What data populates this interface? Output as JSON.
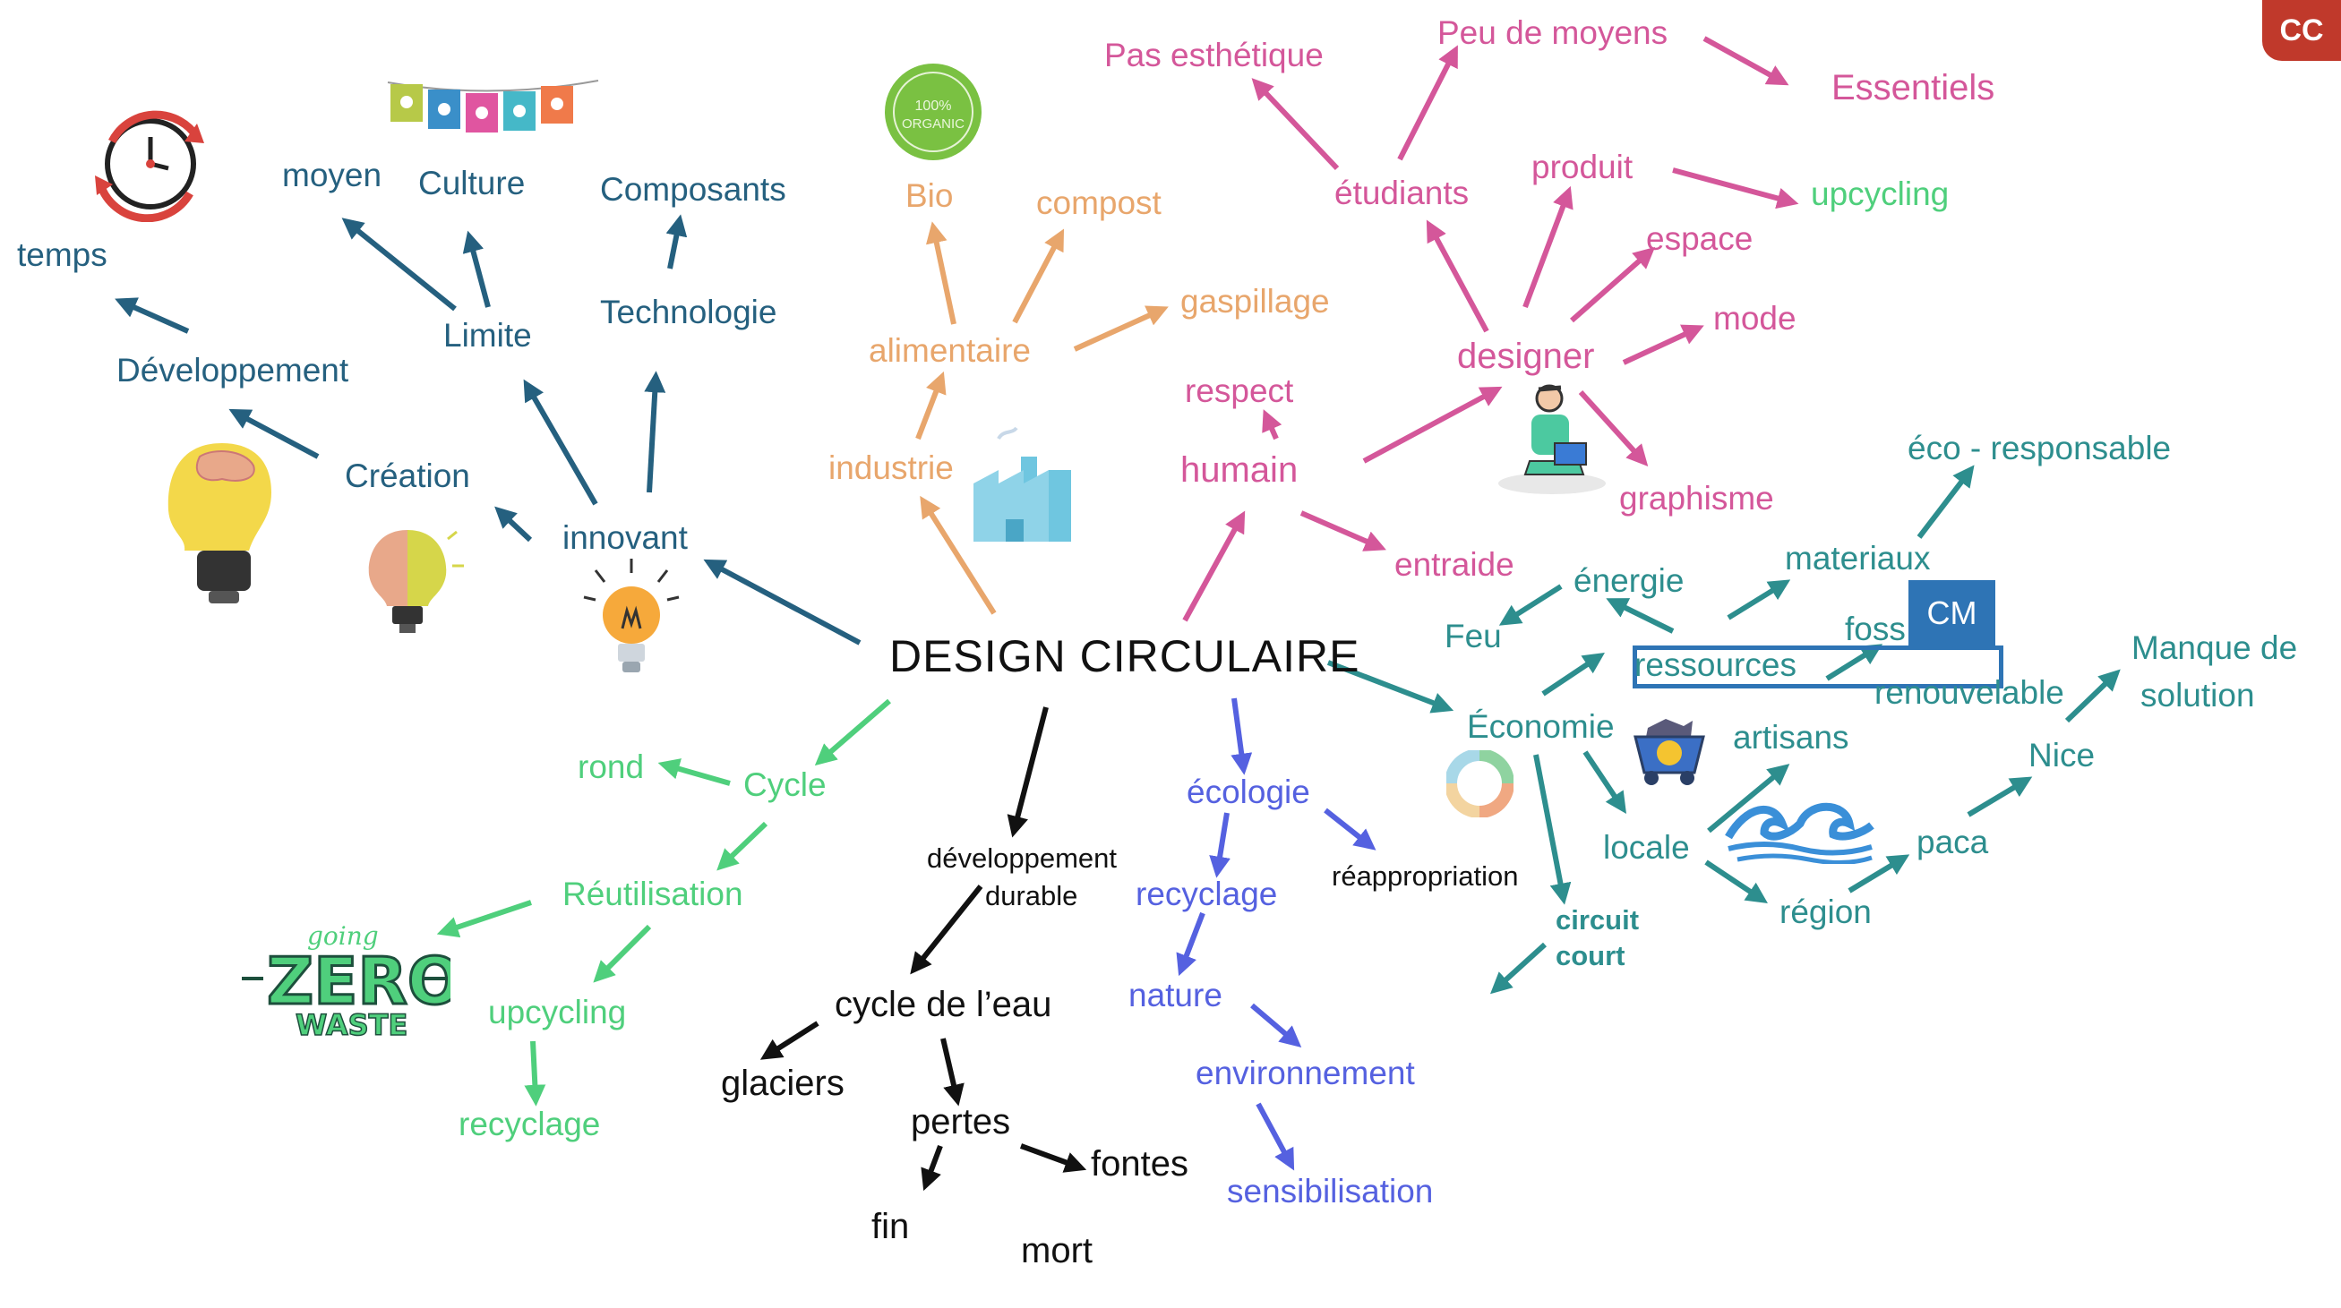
{
  "badges": {
    "top_right": "CC",
    "cursor": "CM"
  },
  "colors": {
    "blue": "#25607f",
    "orange": "#e8a66c",
    "pink": "#d4579a",
    "teal": "#2d8e8e",
    "green": "#4fcf7c",
    "violet": "#5561e0",
    "black": "#111111"
  },
  "center": "DESIGN CIRCULAIRE",
  "branches": {
    "innovation": {
      "root": "innovant",
      "items": {
        "creation": "Création",
        "developpement": "Développement",
        "temps": "temps",
        "limite": "Limite",
        "moyen": "moyen",
        "culture": "Culture",
        "technologie": "Technologie",
        "composants": "Composants"
      }
    },
    "industrie": {
      "root": "industrie",
      "items": {
        "alimentaire": "alimentaire",
        "bio": "Bio",
        "compost": "compost",
        "gaspillage": "gaspillage"
      }
    },
    "humain": {
      "root": "humain",
      "items": {
        "respect": "respect",
        "entraide": "entraide",
        "designer": "designer",
        "etudiants": "étudiants",
        "pas_esthetique": "Pas esthétique",
        "peu_de_moyens": "Peu de moyens",
        "essentiels": "Essentiels",
        "produit": "produit",
        "upcycling": "upcycling",
        "espace": "espace",
        "mode": "mode",
        "graphisme": "graphisme"
      }
    },
    "economie": {
      "root": "Économie",
      "items": {
        "feu": "Feu",
        "energie": "énergie",
        "ressources": "ressources",
        "fossile_partial": "foss",
        "renouvelable": "renouvelable",
        "materiaux": "materiaux",
        "eco_responsable": "éco - responsable",
        "locale": "locale",
        "artisans": "artisans",
        "region": "région",
        "paca": "paca",
        "nice": "Nice",
        "manque_de_solution_1": "Manque de",
        "manque_de_solution_2": "solution",
        "circuit_court_1": "circuit",
        "circuit_court_2": "court"
      }
    },
    "ecologie": {
      "root": "écologie",
      "items": {
        "reappropriation": "réappropriation",
        "recyclage": "recyclage",
        "nature": "nature",
        "environnement": "environnement",
        "sensibilisation": "sensibilisation"
      }
    },
    "developpement_durable": {
      "root_1": "développement",
      "root_2": "durable",
      "items": {
        "cycle_eau": "cycle de l’eau",
        "glaciers": "glaciers",
        "pertes": "pertes",
        "fontes": "fontes",
        "fin": "fin",
        "mort": "mort"
      }
    },
    "cycle": {
      "root": "Cycle",
      "items": {
        "rond": "rond",
        "reutilisation": "Réutilisation",
        "upcycling": "upcycling",
        "recyclage": "recyclage"
      }
    }
  },
  "stickers": {
    "organic_line_1": "100%",
    "organic_line_2": "ORGANIC",
    "zero_waste_top": "going",
    "zero_waste_main": "ZERO",
    "zero_waste_bottom": "WASTE"
  }
}
